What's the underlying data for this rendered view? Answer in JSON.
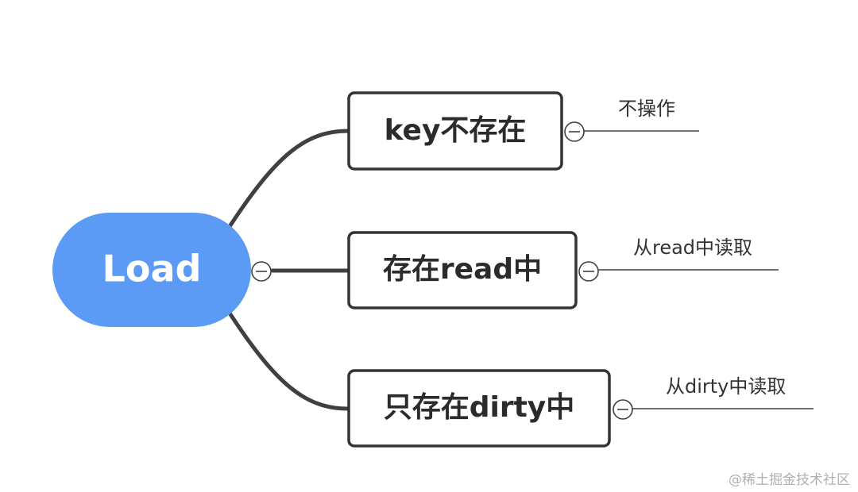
{
  "root": {
    "label": "Load",
    "fill_color": "#5b9af5"
  },
  "branches": [
    {
      "label": "key不存在",
      "child": "不操作"
    },
    {
      "label": "存在read中",
      "child": "从read中读取"
    },
    {
      "label": "只存在dirty中",
      "child": "从dirty中读取"
    }
  ],
  "colors": {
    "line": "#404040",
    "node_border": "#333333",
    "text": "#2b2b2b"
  },
  "icons": {
    "collapse": "minus-circle-icon"
  },
  "watermark": "@稀土掘金技术社区"
}
